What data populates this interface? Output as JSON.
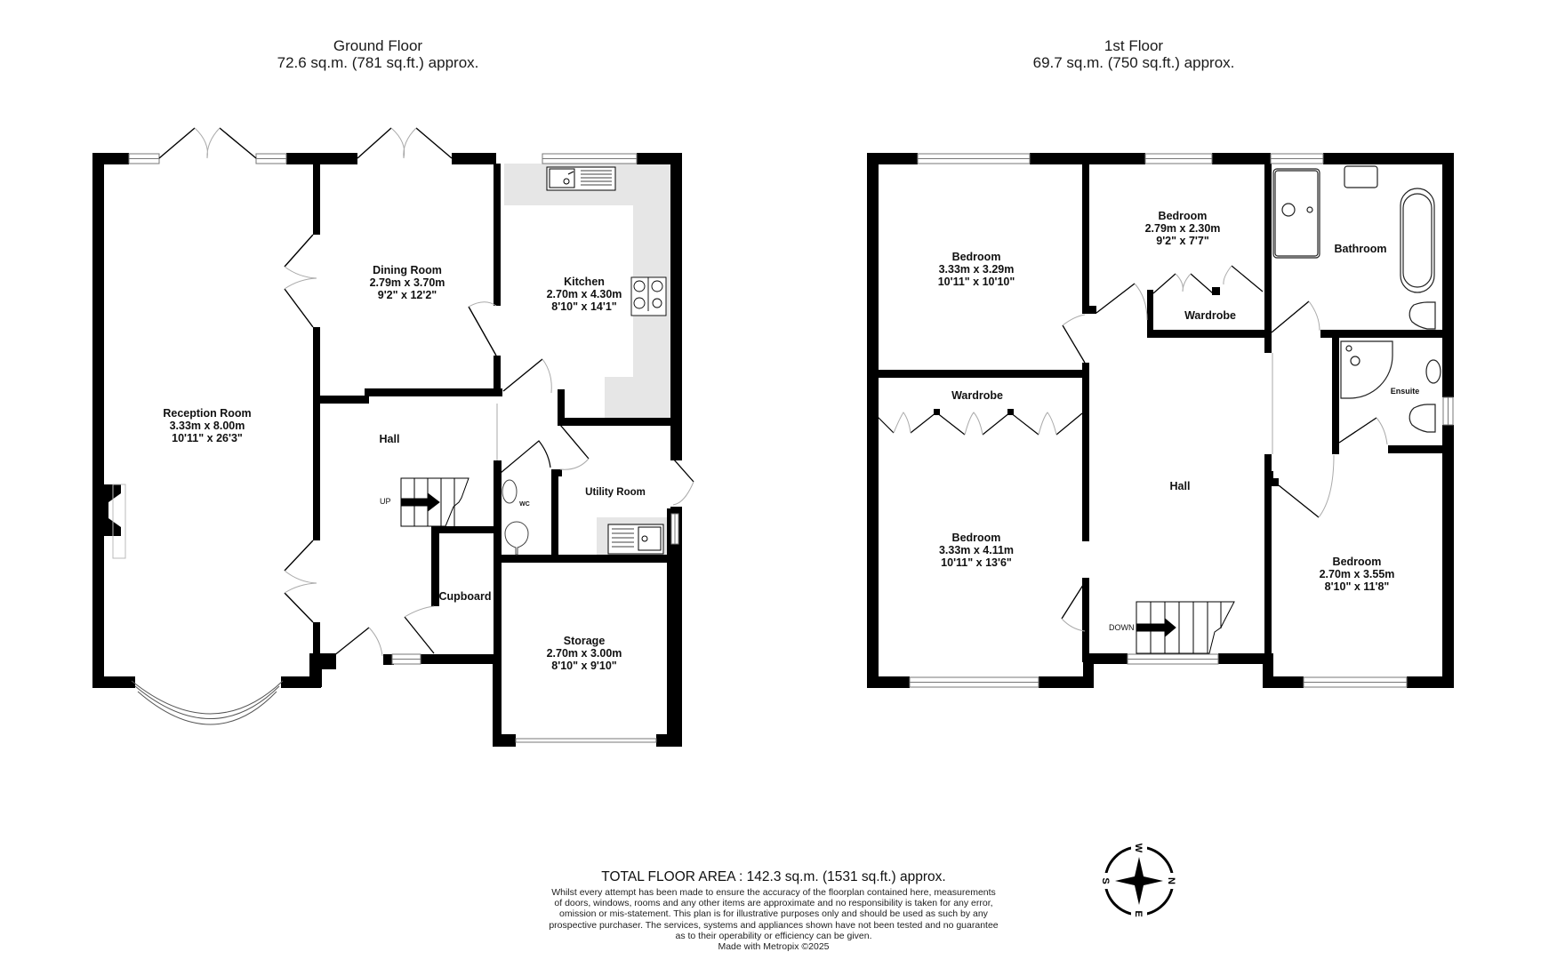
{
  "floors": [
    {
      "id": "ground-floor",
      "name": "Ground Floor",
      "area": "72.6 sq.m. (781 sq.ft.) approx.",
      "rooms": [
        {
          "name": "Reception Room",
          "metric": "3.33m  x 8.00m",
          "imperial": "10'11\"  x 26'3\""
        },
        {
          "name": "Dining Room",
          "metric": "2.79m  x 3.70m",
          "imperial": "9'2\"  x 12'2\""
        },
        {
          "name": "Kitchen",
          "metric": "2.70m  x 4.30m",
          "imperial": "8'10\"  x 14'1\""
        },
        {
          "name": "Hall"
        },
        {
          "name": "Utility Room"
        },
        {
          "name": "WC"
        },
        {
          "name": "Cupboard"
        },
        {
          "name": "Storage",
          "metric": "2.70m  x 3.00m",
          "imperial": "8'10\"  x 9'10\""
        }
      ],
      "stairs_label": "UP"
    },
    {
      "id": "first-floor",
      "name": "1st Floor",
      "area": "69.7 sq.m. (750 sq.ft.) approx.",
      "rooms": [
        {
          "name": "Bedroom",
          "metric": "3.33m  x 3.29m",
          "imperial": "10'11\"  x 10'10\""
        },
        {
          "name": "Bedroom",
          "metric": "2.79m  x 2.30m",
          "imperial": "9'2\"  x 7'7\""
        },
        {
          "name": "Wardrobe"
        },
        {
          "name": "Bathroom"
        },
        {
          "name": "Ensuite"
        },
        {
          "name": "Wardrobe"
        },
        {
          "name": "Hall"
        },
        {
          "name": "Bedroom",
          "metric": "3.33m  x 4.11m",
          "imperial": "10'11\"  x 13'6\""
        },
        {
          "name": "Bedroom",
          "metric": "2.70m  x 3.55m",
          "imperial": "8'10\"  x 11'8\""
        }
      ],
      "stairs_label": "DOWN"
    }
  ],
  "footer": {
    "total_area": "TOTAL FLOOR AREA : 142.3 sq.m. (1531 sq.ft.) approx.",
    "disclaimer_lines": [
      "Whilst every attempt has been made to ensure the accuracy of the floorplan contained here, measurements",
      "of doors, windows, rooms and any other items are approximate and no responsibility is taken for any error,",
      "omission or mis-statement. This plan is for illustrative purposes only and should be used as such by any",
      "prospective purchaser. The services, systems and appliances shown have not been tested and no guarantee",
      "as to their operability or efficiency can be given."
    ],
    "credit": "Made with Metropix ©2025"
  },
  "compass": {
    "top": "W",
    "right": "N",
    "bottom": "E",
    "left": "S"
  },
  "colors": {
    "wall": "#000000",
    "fixture_fill": "#e6e6e6",
    "door_arc": "#999999",
    "background": "#ffffff"
  }
}
